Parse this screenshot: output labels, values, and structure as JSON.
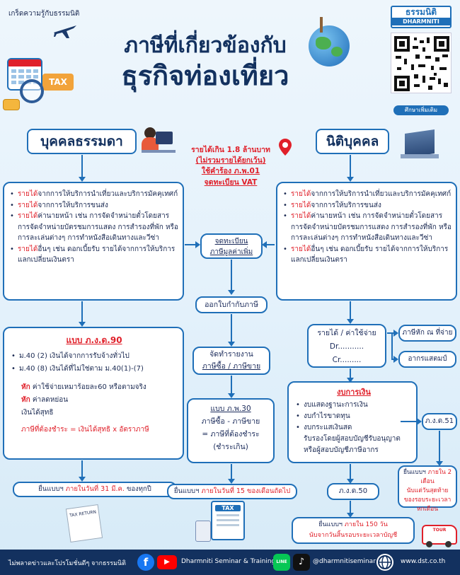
{
  "header": {
    "kicker": "เกร็ดความรู้กับธรรมนิติ",
    "title_line1": "ภาษีที่เกี่ยวข้องกับ",
    "title_line2": "ธุรกิจท่องเที่ยว",
    "logo_thai": "ธรรมนิติ",
    "logo_en": "DHARMNITI",
    "qr_caption": "ศึกษาเพิ่มเติม",
    "tax_sign": "TAX"
  },
  "left": {
    "heading": "บุคคลธรรมดา",
    "income_items": [
      {
        "red": "รายได้",
        "rest": "จากการให้บริการนำเที่ยวและบริการมัคคุเทศก์"
      },
      {
        "red": "รายได้",
        "rest": "จากการให้บริการขนส่ง"
      },
      {
        "red": "รายได้",
        "rest": "ค่านายหน้า เช่น การจัดจำหน่ายตั๋วโดยสาร การจัดจำหน่ายบัตรชมการแสดง การสำรองที่พัก หรือการละเล่นต่างๆ การทำหนังสือเดินทางและวีซ่า"
      },
      {
        "red": "รายได้",
        "rest": "อื่นๆ เช่น ดอกเบี้ยรับ รายได้จากการให้บริการแลกเปลี่ยนเงินตรา"
      }
    ],
    "form_title": "แบบ ภ.ง.ด.90",
    "form_items": [
      "ม.40 (2) เงินได้จากการรับจ้างทั่วไป",
      "ม.40 (8) เงินได้ที่ไม่ใช่ตาม ม.40(1)-(7)"
    ],
    "deduct_red": "หัก",
    "deduct_rest": " ค่าใช้จ่ายเหมาร้อยละ60 หรือตามจริง",
    "allow_red": "หัก",
    "allow_rest": " ค่าลดหย่อน",
    "net": "เงินได้สุทธิ",
    "formula": "ภาษีที่ต้องชำระ = เงินได้สุทธิ x อัตราภาษี",
    "deadline_pre": "ยื่นแบบฯ ",
    "deadline_red": "ภายในวันที่ 31 มี.ค.",
    "deadline_post": " ของทุกปี"
  },
  "middle": {
    "threshold_lines": [
      "รายได้เกิน 1.8 ล้านบาท",
      "(ไม่รวมรายได้ยกเว้น)",
      "ใช้คำร้อง ภ.พ.01",
      "จดทะเบียน VAT"
    ],
    "register_lines": [
      "จดทะเบียน",
      "ภาษีมูลค่าเพิ่ม"
    ],
    "invoice": "ออกใบกำกับภาษี",
    "report_lines": [
      "จัดทำรายงาน",
      "ภาษีซื้อ / ภาษีขาย"
    ],
    "pp30_title": "แบบ ภ.พ.30",
    "pp30_lines": [
      "ภาษีซื้อ - ภาษีขาย",
      "= ภาษีที่ต้องชำระ",
      "(ชำระเกิน)"
    ],
    "deadline_pre": "ยื่นแบบฯ ",
    "deadline_red": "ภายในวันที่ 15 ของเดือนถัดไป"
  },
  "right": {
    "heading": "นิติบุคคล",
    "income_items": [
      {
        "red": "รายได้",
        "rest": "จากการให้บริการนำเที่ยวและบริการมัคคุเทศก์"
      },
      {
        "red": "รายได้",
        "rest": "จากการให้บริการขนส่ง"
      },
      {
        "red": "รายได้",
        "rest": "ค่านายหน้า เช่น การจัดจำหน่ายตั๋วโดยสาร การจัดจำหน่ายบัตรชมการแสดง การสำรองที่พัก หรือการละเล่นต่างๆ การทำหนังสือเดินทางและวีซ่า"
      },
      {
        "red": "รายได้",
        "rest": "อื่นๆ เช่น ดอกเบี้ยรับ รายได้จากการให้บริการแลกเปลี่ยนเงินตรา"
      }
    ],
    "ledger_title": "รายได้ / ค่าใช้จ่าย",
    "ledger_dr": "Dr...........",
    "ledger_cr": "Cr.........",
    "wht": "ภาษีหัก ณ ที่จ่าย",
    "stamp": "อากรแสตมป์",
    "fin_title": "งบการเงิน",
    "fin_items": [
      "งบแสดงฐานะการเงิน",
      "งบกำไรขาดทุน",
      "งบกระแสเงินสด"
    ],
    "fin_note_lines": [
      "รับรองโดยผู้สอบบัญชีรับอนุญาต",
      "หรือผู้สอบบัญชีภาษีอากร"
    ],
    "pnd51": "ภ.ง.ด.51",
    "pnd51_deadline_pre": "ยื่นแบบฯ ",
    "pnd51_deadline_red": "ภายใน 2 เดือน",
    "pnd51_deadline_lines": [
      "นับแต่วันสุดท้าย",
      "ของรอบระยะเวลา",
      "หกเดือน"
    ],
    "pnd50": "ภ.ง.ด.50",
    "pnd50_deadline_pre": "ยื่นแบบฯ ",
    "pnd50_deadline_red": "ภายใน 150 วัน",
    "pnd50_deadline_line2": "นับจากวันสิ้นรอบระยะเวลาบัญชี"
  },
  "footer": {
    "tagline": "ไม่พลาดข่าวและโปรโมชั่นดีๆ จากธรรมนิติ",
    "facebook": "f",
    "youtube": "▶",
    "channel": "Dharmniti Seminar & Training",
    "line": "LINE",
    "tiktok": "♪",
    "handle": "@dharmnitiseminar",
    "website": "www.dst.co.th"
  },
  "decor": {
    "tour_bus": "TOUR",
    "tax_return": "TAX RETURN",
    "tax_doc": "TAX"
  },
  "colors": {
    "primary": "#1f6fb8",
    "accent_red": "#e0202a",
    "navy": "#13315f",
    "title": "#13315f"
  }
}
